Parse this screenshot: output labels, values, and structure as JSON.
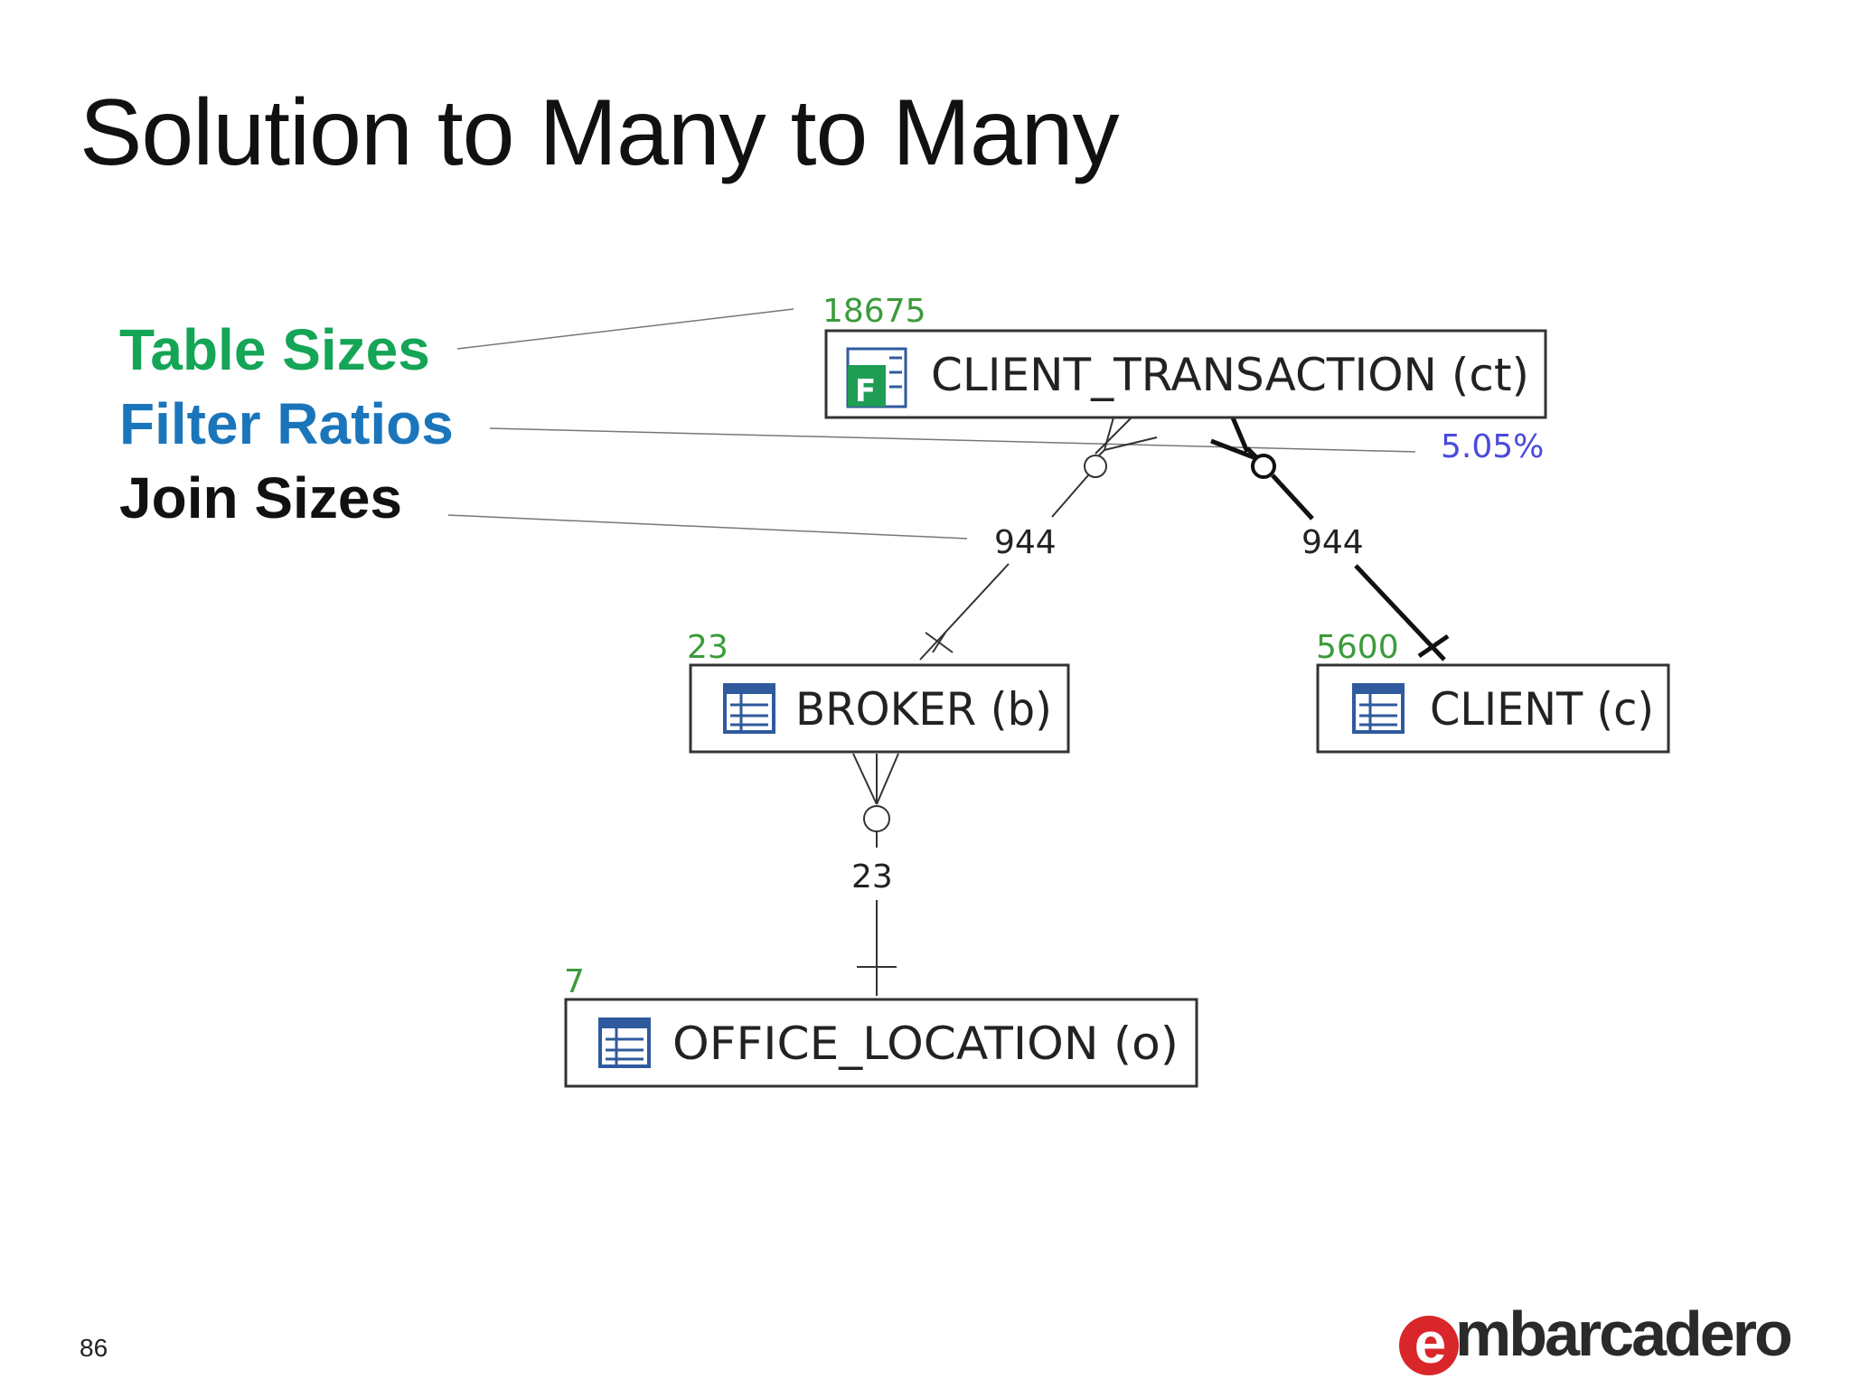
{
  "slide": {
    "title": "Solution to Many to Many",
    "page_number": "86"
  },
  "legend": {
    "table_sizes": "Table Sizes",
    "filter_ratios": "Filter Ratios",
    "join_sizes": "Join Sizes",
    "colors": {
      "table_sizes": "#14a556",
      "filter_ratios": "#1b75bb",
      "join_sizes": "#111111"
    }
  },
  "diagram": {
    "tables": {
      "client_transaction": {
        "name": "CLIENT_TRANSACTION (ct)",
        "size": "18675",
        "filter_ratio": "5.05%",
        "icon": "fact-table-icon"
      },
      "broker": {
        "name": "BROKER (b)",
        "size": "23",
        "icon": "table-icon"
      },
      "client": {
        "name": "CLIENT (c)",
        "size": "5600",
        "icon": "table-icon"
      },
      "office_location": {
        "name": "OFFICE_LOCATION (o)",
        "size": "7",
        "icon": "table-icon"
      }
    },
    "joins": {
      "ct_broker": "944",
      "ct_client": "944",
      "broker_office": "23"
    }
  },
  "brand": {
    "logo_text": "mbarcadero",
    "logo_initial": "e"
  }
}
